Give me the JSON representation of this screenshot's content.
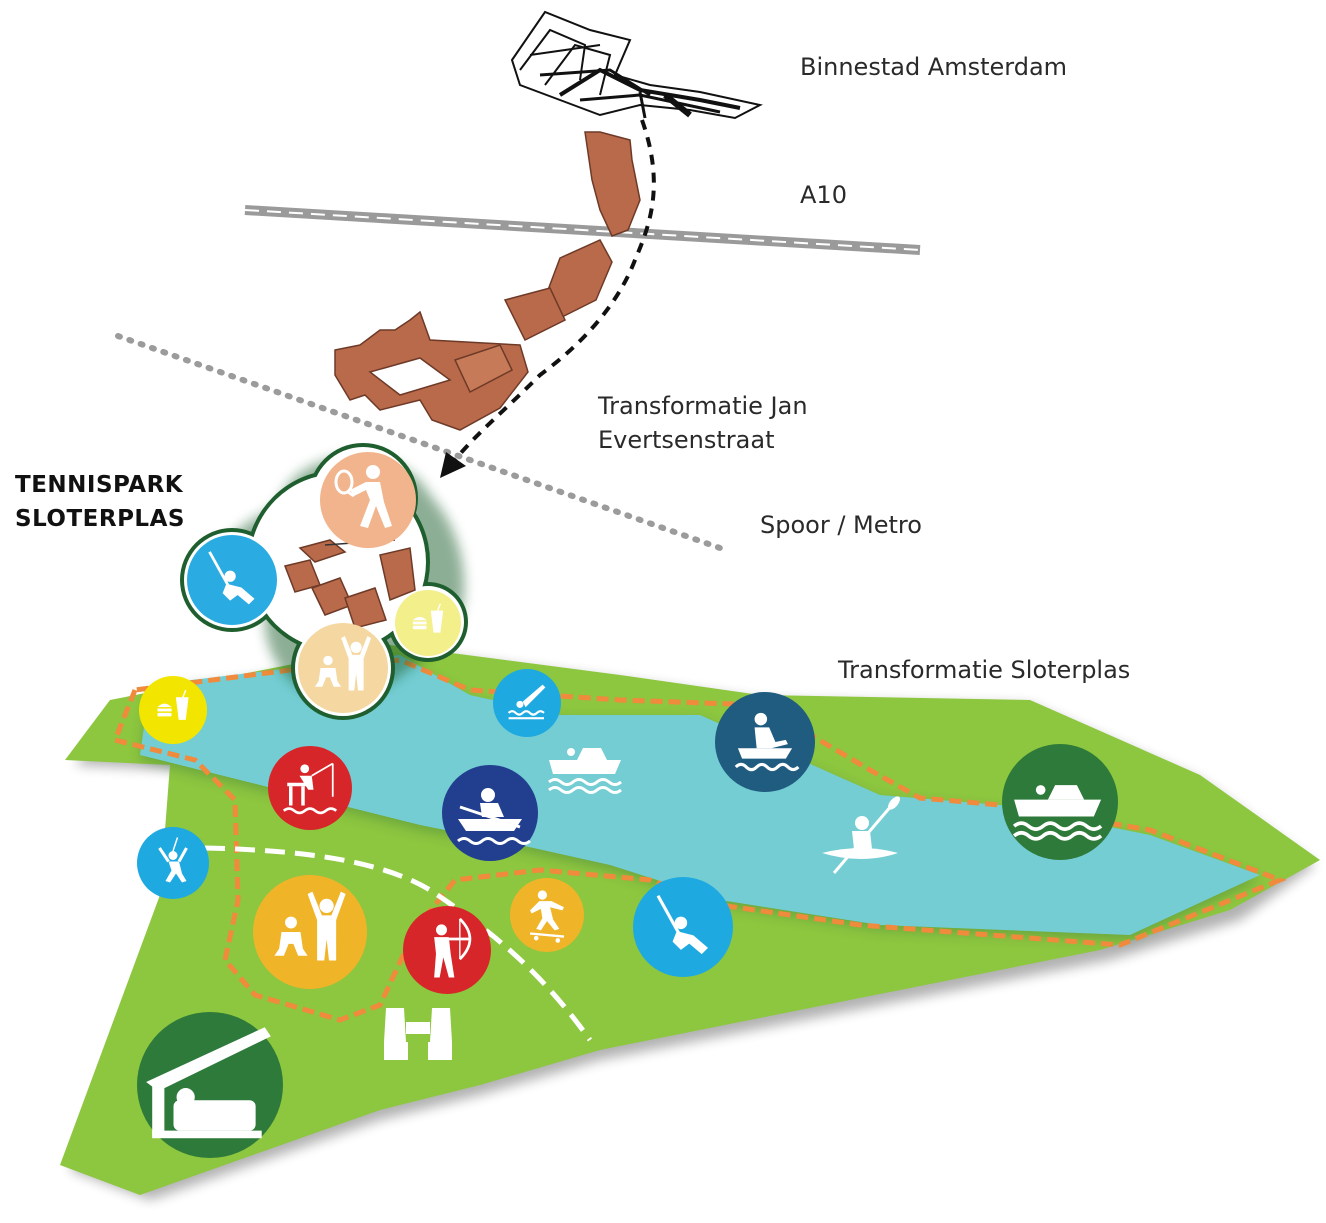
{
  "labels": {
    "binnenstad": "Binnestad Amsterdam",
    "a10": "A10",
    "jan_line1": "Transformatie Jan",
    "jan_line2": "Evertsenstraat",
    "spoor": "Spoor / Metro",
    "sloterplas": "Transformatie Sloterplas"
  },
  "tennispark": {
    "line1": "TENNISPARK",
    "line2": "SLOTERPLAS"
  },
  "colors": {
    "grass": "#8dc63f",
    "water": "#74cdd3",
    "route": "#f08a3c",
    "building": "#b86a4a",
    "outline": "#1f5e2e"
  },
  "icons": [
    {
      "name": "tennis-icon",
      "color": "#f2b48c"
    },
    {
      "name": "swing-icon",
      "color": "#2aace2"
    },
    {
      "name": "snack-icon",
      "color": "#f3ef8a"
    },
    {
      "name": "playground-icon",
      "color": "#f4d7a1"
    },
    {
      "name": "snack-icon",
      "color": "#f2e600"
    },
    {
      "name": "diving-icon",
      "color": "#1fa9e1"
    },
    {
      "name": "motorboat-icon",
      "color": "#ffffff"
    },
    {
      "name": "jetski-icon",
      "color": "#1f5c80"
    },
    {
      "name": "fishing-icon",
      "color": "#d7262a"
    },
    {
      "name": "rowing-icon",
      "color": "#213e8f"
    },
    {
      "name": "kayak-icon",
      "color": "#ffffff"
    },
    {
      "name": "motorboat-icon",
      "color": "#2e7a3a"
    },
    {
      "name": "climbing-icon",
      "color": "#1fa9e1"
    },
    {
      "name": "playground-icon",
      "color": "#f0b429"
    },
    {
      "name": "archery-icon",
      "color": "#d7262a"
    },
    {
      "name": "skateboard-icon",
      "color": "#f0b429"
    },
    {
      "name": "swing-icon",
      "color": "#1fa9e1"
    },
    {
      "name": "binoculars-icon",
      "color": "#ffffff"
    },
    {
      "name": "camping-icon",
      "color": "#2e7a3a"
    }
  ]
}
